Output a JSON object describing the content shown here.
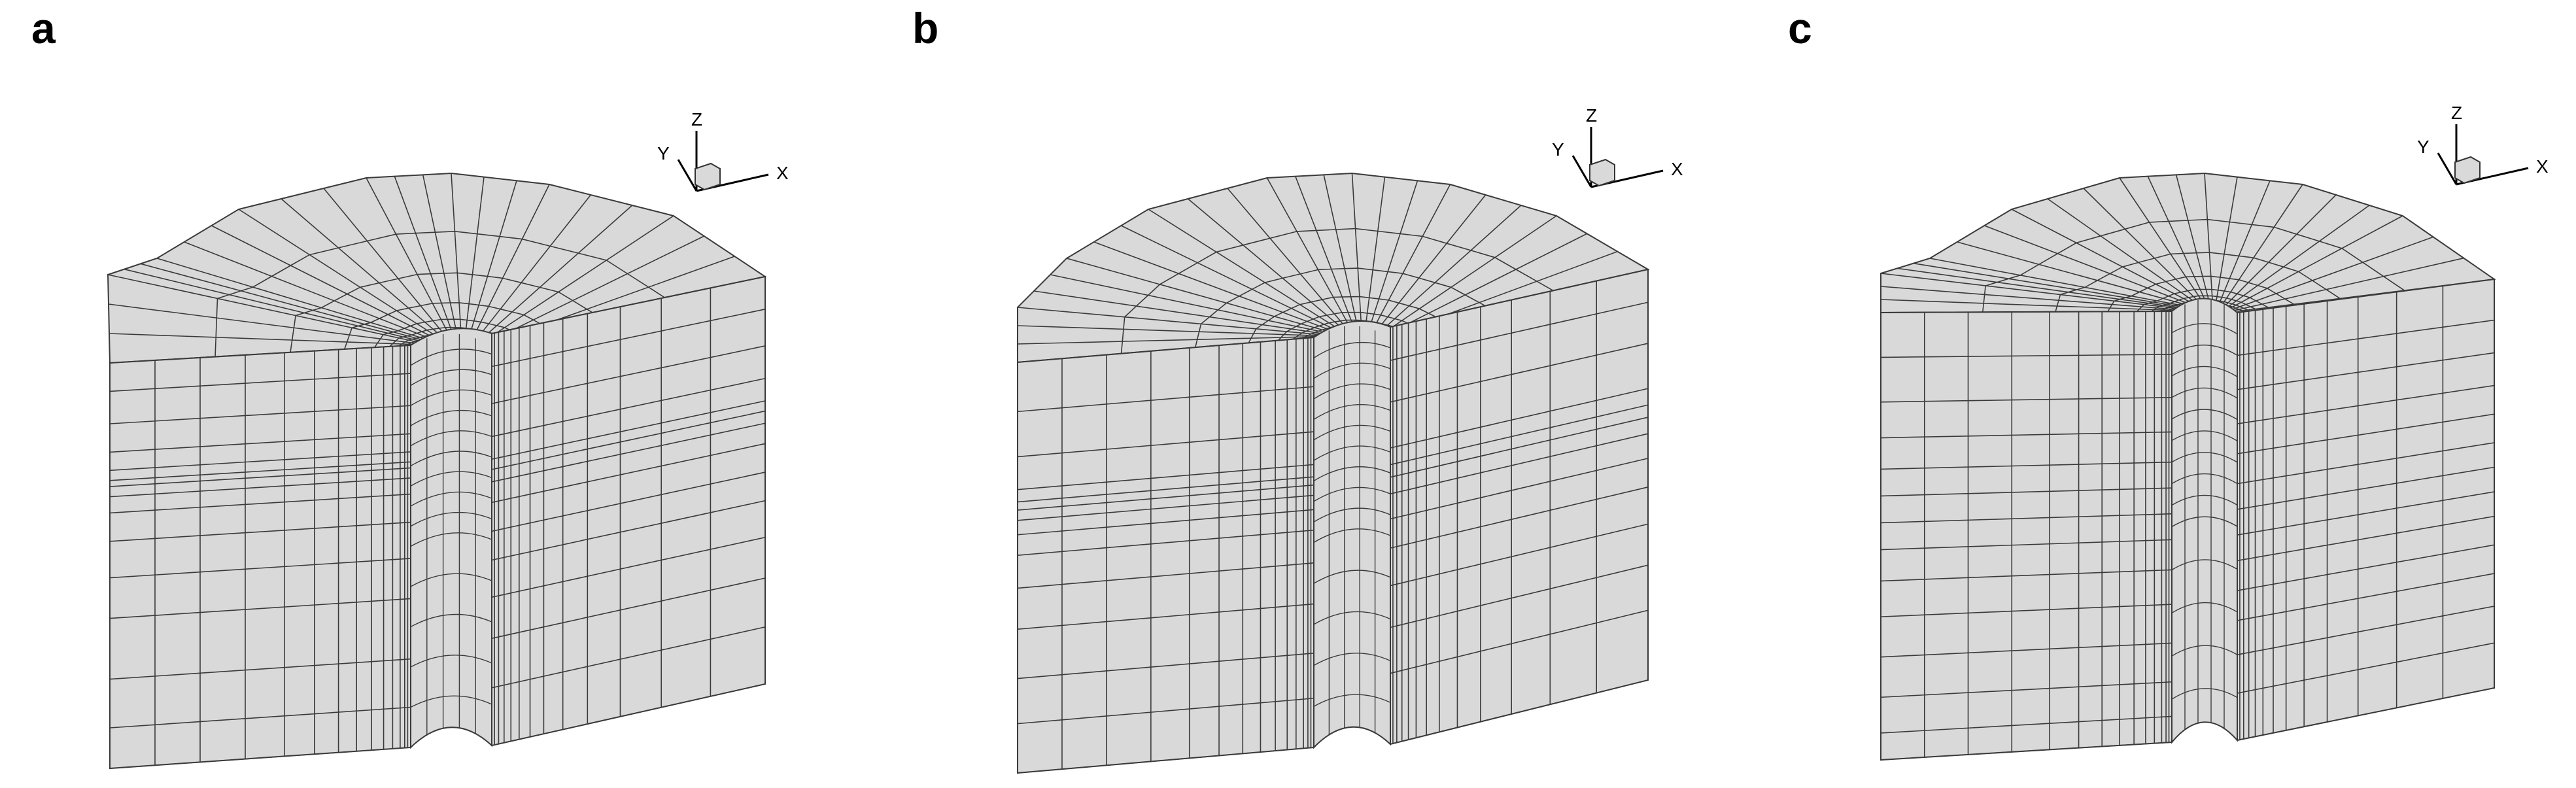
{
  "panels": [
    {
      "id": "a",
      "label": "a",
      "axes": {
        "x": "X",
        "y": "Y",
        "z": "Z"
      }
    },
    {
      "id": "b",
      "label": "b",
      "axes": {
        "x": "X",
        "y": "Y",
        "z": "Z"
      }
    },
    {
      "id": "c",
      "label": "c",
      "axes": {
        "x": "X",
        "y": "Y",
        "z": "Z"
      }
    }
  ],
  "colors": {
    "face": "#d9d9d9",
    "line": "#3a3a3a",
    "background": "#ffffff"
  }
}
